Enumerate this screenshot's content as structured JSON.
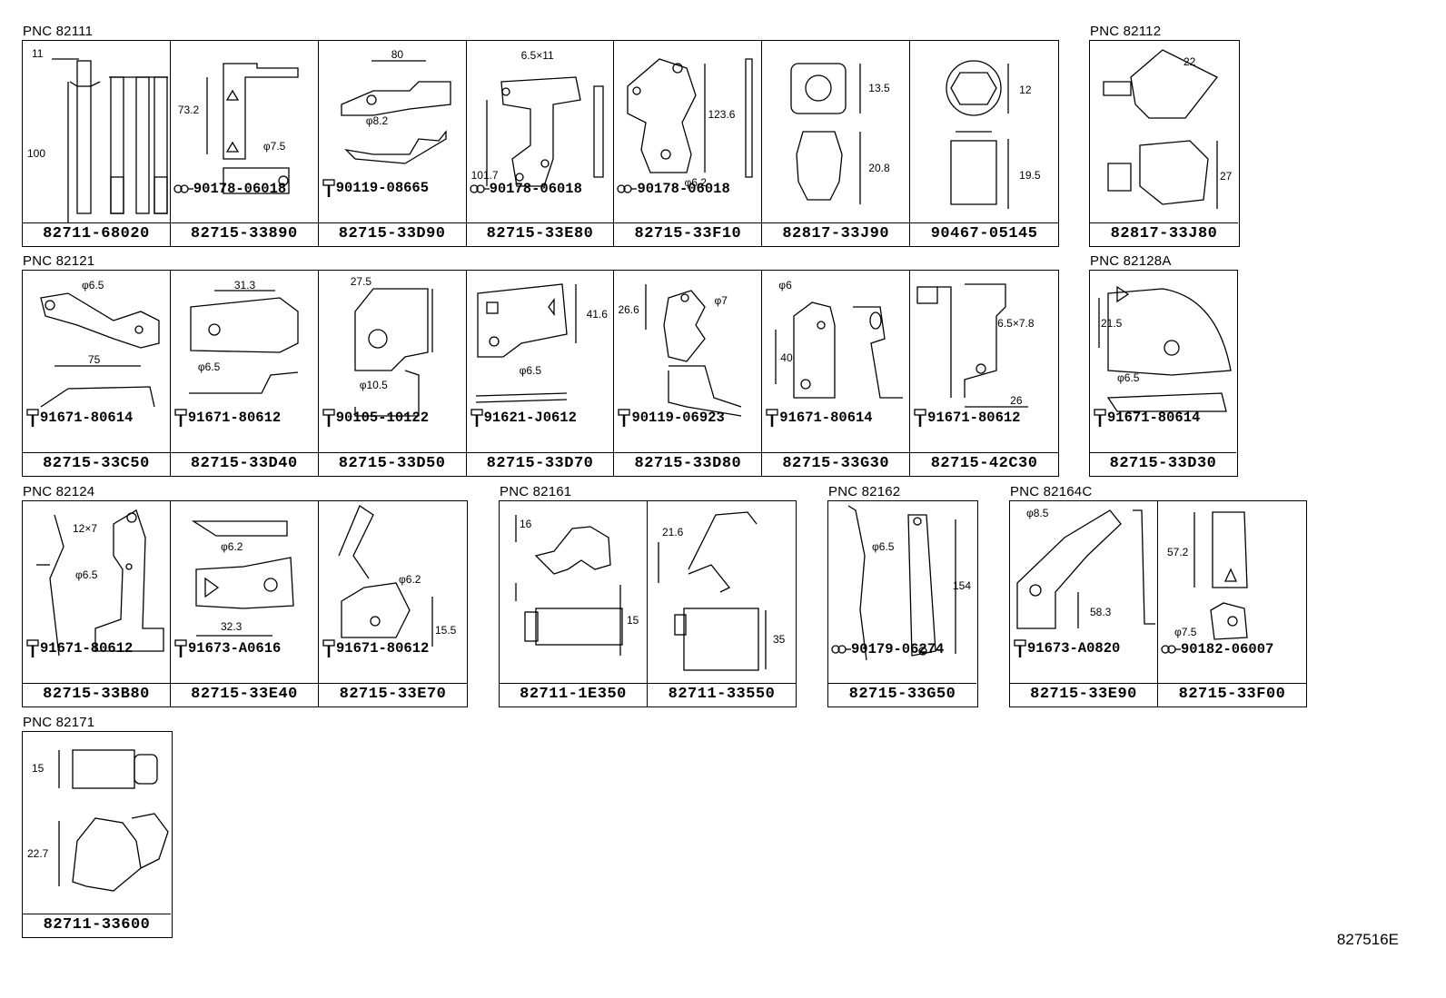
{
  "reference_code": "827516E",
  "groups": [
    {
      "pnc": "PNC 82111",
      "cells": [
        {
          "part": "82711-68020",
          "dims": [
            "11",
            "100"
          ]
        },
        {
          "part": "82715-33890",
          "fastener": "90178-06018",
          "fastener_type": "clip",
          "dims": [
            "73.2",
            "φ7.5"
          ]
        },
        {
          "part": "82715-33D90",
          "fastener": "90119-08665",
          "fastener_type": "bolt",
          "dims": [
            "80",
            "φ8.2"
          ]
        },
        {
          "part": "82715-33E80",
          "fastener": "90178-06018",
          "fastener_type": "clip",
          "dims": [
            "6.5×11",
            "101.7"
          ]
        },
        {
          "part": "82715-33F10",
          "fastener": "90178-06018",
          "fastener_type": "clip",
          "dims": [
            "123.6",
            "φ6.2"
          ]
        },
        {
          "part": "82817-33J90",
          "dims": [
            "13.5",
            "20.8"
          ]
        },
        {
          "part": "90467-05145",
          "dims": [
            "12",
            "19.5"
          ]
        }
      ]
    },
    {
      "pnc": "PNC 82112",
      "cells": [
        {
          "part": "82817-33J80",
          "dims": [
            "22",
            "27"
          ]
        }
      ]
    },
    {
      "pnc": "PNC 82121",
      "cells": [
        {
          "part": "82715-33C50",
          "fastener": "91671-80614",
          "fastener_type": "bolt",
          "dims": [
            "φ6.5",
            "75"
          ]
        },
        {
          "part": "82715-33D40",
          "fastener": "91671-80612",
          "fastener_type": "bolt",
          "dims": [
            "31.3",
            "φ6.5"
          ]
        },
        {
          "part": "82715-33D50",
          "fastener": "90105-10122",
          "fastener_type": "bolt",
          "dims": [
            "27.5",
            "φ10.5"
          ]
        },
        {
          "part": "82715-33D70",
          "fastener": "91621-J0612",
          "fastener_type": "bolt",
          "dims": [
            "41.6",
            "φ6.5"
          ]
        },
        {
          "part": "82715-33D80",
          "fastener": "90119-06923",
          "fastener_type": "bolt",
          "dims": [
            "26.6",
            "φ7"
          ]
        },
        {
          "part": "82715-33G30",
          "fastener": "91671-80614",
          "fastener_type": "bolt",
          "dims": [
            "φ6",
            "40"
          ]
        },
        {
          "part": "82715-42C30",
          "fastener": "91671-80612",
          "fastener_type": "bolt",
          "dims": [
            "6.5×7.8",
            "26"
          ]
        }
      ]
    },
    {
      "pnc": "PNC 82128A",
      "cells": [
        {
          "part": "82715-33D30",
          "fastener": "91671-80614",
          "fastener_type": "bolt",
          "dims": [
            "21.5",
            "φ6.5"
          ]
        }
      ]
    },
    {
      "pnc": "PNC 82124",
      "cells": [
        {
          "part": "82715-33B80",
          "fastener": "91671-80612",
          "fastener_type": "bolt",
          "dims": [
            "12×7",
            "φ6.5"
          ]
        },
        {
          "part": "82715-33E40",
          "fastener": "91673-A0616",
          "fastener_type": "bolt",
          "dims": [
            "φ6.2",
            "32.3"
          ]
        },
        {
          "part": "82715-33E70",
          "fastener": "91671-80612",
          "fastener_type": "bolt",
          "dims": [
            "φ6.2",
            "15.5"
          ]
        }
      ]
    },
    {
      "pnc": "PNC 82161",
      "cells": [
        {
          "part": "82711-1E350",
          "dims": [
            "16",
            "15"
          ]
        },
        {
          "part": "82711-33550",
          "dims": [
            "21.6",
            "35"
          ]
        }
      ]
    },
    {
      "pnc": "PNC 82162",
      "cells": [
        {
          "part": "82715-33G50",
          "fastener": "90179-06274",
          "fastener_type": "clip",
          "dims": [
            "φ6.5",
            "154"
          ]
        }
      ]
    },
    {
      "pnc": "PNC 82164C",
      "cells": [
        {
          "part": "82715-33E90",
          "fastener": "91673-A0820",
          "fastener_type": "bolt",
          "dims": [
            "φ8.5",
            "58.3"
          ]
        },
        {
          "part": "82715-33F00",
          "fastener": "90182-06007",
          "fastener_type": "clip",
          "dims": [
            "57.2",
            "φ7.5"
          ]
        }
      ]
    },
    {
      "pnc": "PNC 82171",
      "cells": [
        {
          "part": "82711-33600",
          "dims": [
            "15",
            "22.7"
          ]
        }
      ]
    }
  ]
}
